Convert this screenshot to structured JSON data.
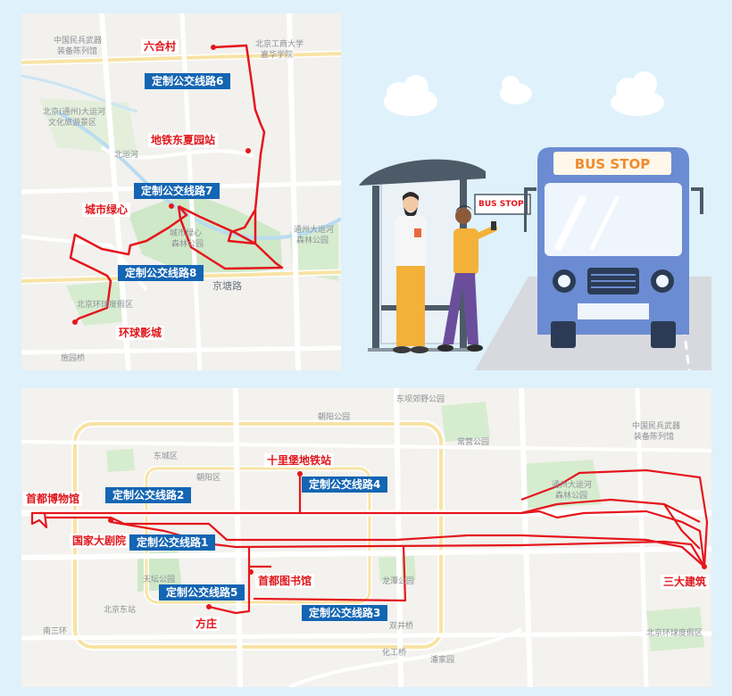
{
  "top_map": {
    "routes": [
      {
        "label": "定制公交线路6"
      },
      {
        "label": "定制公交线路7"
      },
      {
        "label": "定制公交线路8"
      }
    ],
    "stops": [
      {
        "label": "六合村"
      },
      {
        "label": "地铁东夏园站"
      },
      {
        "label": "城市绿心"
      },
      {
        "label": "环球影城"
      }
    ],
    "base_labels": [
      {
        "text": "中国民兵武器"
      },
      {
        "text": "装备陈列馆"
      },
      {
        "text": "北京工商大学"
      },
      {
        "text": "嘉华学院"
      },
      {
        "text": "北京(通州)大运河"
      },
      {
        "text": "文化旅游景区"
      },
      {
        "text": "北运河"
      },
      {
        "text": "城市绿心"
      },
      {
        "text": "森林公园"
      },
      {
        "text": "通州大运河"
      },
      {
        "text": "森林公园"
      },
      {
        "text": "京塘路"
      },
      {
        "text": "北京环球度假区"
      },
      {
        "text": "施园桥"
      }
    ]
  },
  "illustration": {
    "sign_text": "BUS STOP",
    "board_text": "BUS STOP",
    "colors": {
      "bus": "#6b8cd2",
      "sign_bg": "#fff8ea",
      "sign_text": "#f08b2e",
      "shelter": "#4d5a68"
    }
  },
  "bottom_map": {
    "routes": [
      {
        "label": "定制公交线路1"
      },
      {
        "label": "定制公交线路2"
      },
      {
        "label": "定制公交线路3"
      },
      {
        "label": "定制公交线路4"
      },
      {
        "label": "定制公交线路5"
      }
    ],
    "stops": [
      {
        "label": "首都博物馆"
      },
      {
        "label": "国家大剧院"
      },
      {
        "label": "十里堡地铁站"
      },
      {
        "label": "首都图书馆"
      },
      {
        "label": "方庄"
      },
      {
        "label": "三大建筑"
      }
    ],
    "base_labels": [
      {
        "text": "东城区"
      },
      {
        "text": "朝阳区"
      },
      {
        "text": "天坛公园"
      },
      {
        "text": "南三环"
      },
      {
        "text": "化工桥"
      },
      {
        "text": "潘家园"
      },
      {
        "text": "双井桥"
      },
      {
        "text": "中国民兵武器"
      },
      {
        "text": "装备陈列馆"
      },
      {
        "text": "通州大运河"
      },
      {
        "text": "森林公园"
      },
      {
        "text": "东坝郊野公园"
      },
      {
        "text": "朝阳公园"
      },
      {
        "text": "常营公园"
      },
      {
        "text": "北京东站"
      },
      {
        "text": "龙潭公园"
      },
      {
        "text": "北京环球度假区"
      }
    ]
  },
  "colors": {
    "route": "#e5161c",
    "label_bg": "#1465b3",
    "page_bg": "#dff1fb"
  }
}
